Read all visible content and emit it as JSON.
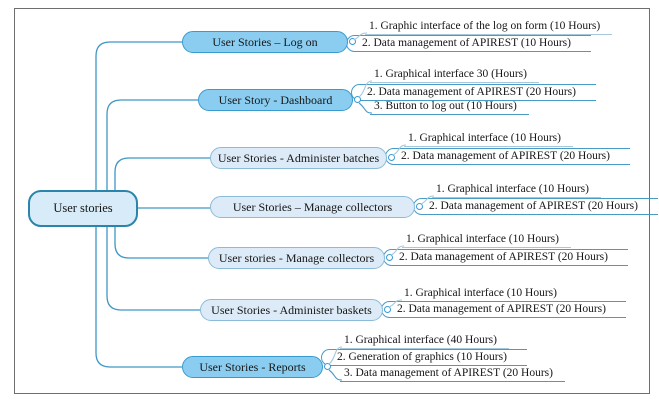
{
  "diagram": {
    "root": {
      "label": "User stories"
    },
    "branches": [
      {
        "label": "User Stories – Log on",
        "style": "dark",
        "items": [
          "1. Graphic interface of the log on form (10 Hours)",
          "2. Data management of APIREST (10 Hours)"
        ]
      },
      {
        "label": "User Story - Dashboard",
        "style": "dark",
        "items": [
          "1. Graphical interface 30 (Hours)",
          "2. Data management of APIREST (20 Hours)",
          "3. Button to log out (10 Hours)"
        ]
      },
      {
        "label": "User Stories - Administer batches",
        "style": "light",
        "items": [
          "1. Graphical interface (10 Hours)",
          "2. Data management of APIREST (20 Hours)"
        ]
      },
      {
        "label": "User Stories – Manage collectors",
        "style": "light",
        "items": [
          "1. Graphical interface (10 Hours)",
          "2. Data management of APIREST (20 Hours)"
        ]
      },
      {
        "label": "User stories - Manage collectors",
        "style": "light",
        "items": [
          "1. Graphical interface (10 Hours)",
          "2. Data management of APIREST (20 Hours)"
        ]
      },
      {
        "label": "User Stories - Administer baskets",
        "style": "light",
        "items": [
          "1. Graphical interface (10 Hours)",
          "2. Data management of APIREST (20 Hours)"
        ]
      },
      {
        "label": "User Stories - Reports",
        "style": "dark",
        "items": [
          "1. Graphical interface (40 Hours)",
          "2. Generation of graphics (10 Hours)",
          "3. Data management of APIREST (20 Hours)"
        ]
      }
    ]
  },
  "colors": {
    "node_dark_fill": "#8bcdf0",
    "node_dark_border": "#379bd0",
    "node_light_fill": "#dcebf7",
    "node_light_border": "#8abbd9",
    "root_fill": "#d7ecf8",
    "root_border": "#2b84ab",
    "branch_line": "#3e96c5",
    "leaf_underline_light": "#a5c8da",
    "leaf_underline_strong": "#4a9ac8",
    "frame_border": "#6e6e6e"
  }
}
